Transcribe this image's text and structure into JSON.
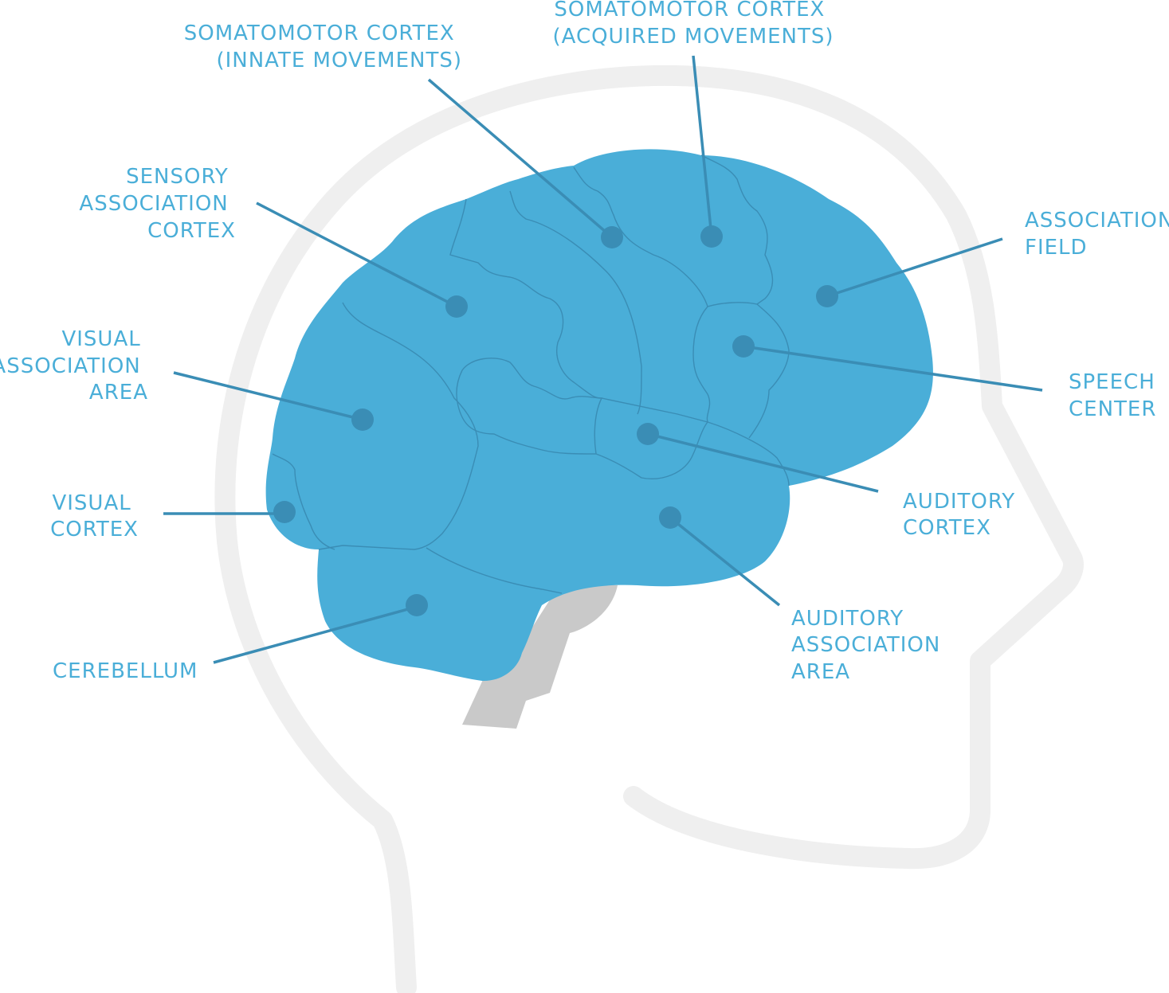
{
  "colors": {
    "brain": "#4aaed8",
    "region_line": "#3a8db5",
    "head_outline": "#efefef",
    "brainstem": "#c9c9c9",
    "label_text": "#4aaed8"
  },
  "labels": {
    "somatomotor_innate": [
      "SOMATOMOTOR CORTEX",
      "(INNATE MOVEMENTS)"
    ],
    "somatomotor_acquired": [
      "SOMATOMOTOR CORTEX",
      "(ACQUIRED MOVEMENTS)"
    ],
    "sensory_association": [
      "SENSORY",
      "ASSOCIATION",
      "CORTEX"
    ],
    "association_field": [
      "ASSOCIATION",
      "FIELD"
    ],
    "visual_association": [
      "VISUAL",
      "ASSOCIATION",
      "AREA"
    ],
    "speech_center": [
      "SPEECH",
      "CENTER"
    ],
    "visual_cortex": [
      "VISUAL",
      "CORTEX"
    ],
    "auditory_cortex": [
      "AUDITORY",
      "CORTEX"
    ],
    "cerebellum": [
      "CEREBELLUM"
    ],
    "auditory_association": [
      "AUDITORY",
      "ASSOCIATION",
      "AREA"
    ]
  }
}
